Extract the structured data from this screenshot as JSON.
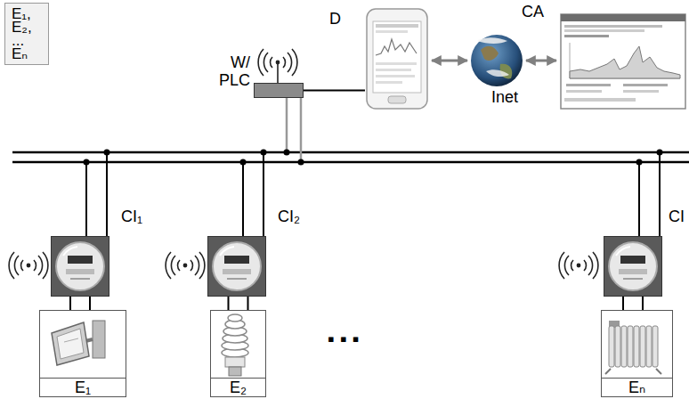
{
  "diagram": {
    "nodes": [
      {
        "text": [
          "E₁, E₂, ... Eₙ"
        ]
      },
      {
        "text": [
          "W/ PLC"
        ]
      },
      {
        "text": [
          "D"
        ]
      },
      {
        "text": [
          "CA"
        ]
      },
      {
        "text": [
          "Inet"
        ]
      },
      {
        "text": [
          "CI₁"
        ]
      },
      {
        "text": [
          "CI₂"
        ]
      },
      {
        "text": [
          "CI"
        ]
      },
      {
        "text": [
          "E₁"
        ]
      },
      {
        "text": [
          "E₂"
        ]
      },
      {
        "text": [
          "Eₙ"
        ]
      }
    ],
    "edges": [
      {
        "from": 1,
        "to": 2,
        "arrow": "none"
      },
      {
        "from": 2,
        "to": 4,
        "arrow": "both"
      },
      {
        "from": 4,
        "to": 3,
        "arrow": "both"
      },
      {
        "from": 5,
        "to": 8,
        "arrow": "none"
      },
      {
        "from": 6,
        "to": 9,
        "arrow": "none"
      },
      {
        "from": 7,
        "to": 10,
        "arrow": "none"
      }
    ],
    "labels": [
      "▪ ▪ ▪"
    ]
  }
}
